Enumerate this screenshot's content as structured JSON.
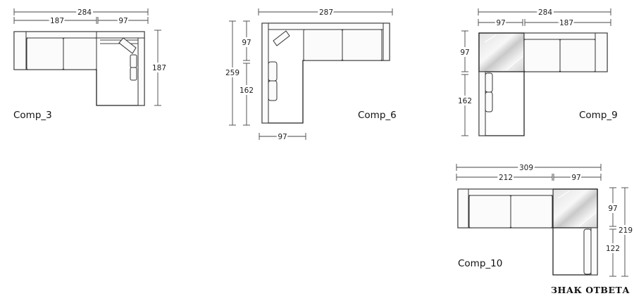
{
  "configurations": [
    {
      "name": "Comp_3",
      "dims": {
        "total_width": "284",
        "seat_width": "187",
        "corner_width": "97",
        "right_depth": "187"
      }
    },
    {
      "name": "Comp_6",
      "dims": {
        "total_width": "287",
        "corner_depth": "97",
        "total_depth": "259",
        "chaise_length": "162",
        "bottom_width": "97"
      }
    },
    {
      "name": "Comp_9",
      "dims": {
        "total_width": "284",
        "corner_width": "97",
        "seat_width": "187",
        "corner_depth": "97",
        "chaise_length": "162"
      }
    },
    {
      "name": "Comp_10",
      "dims": {
        "total_width": "309",
        "seat_width": "212",
        "corner_width": "97",
        "corner_depth": "97",
        "total_depth": "219",
        "chaise_length": "122"
      }
    }
  ],
  "watermark": "ЗНАК ОТВЕТА"
}
